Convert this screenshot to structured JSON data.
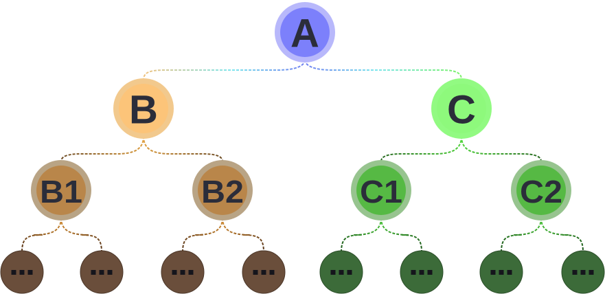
{
  "diagram": {
    "type": "tree",
    "nodes": [
      {
        "id": "A",
        "label": "A",
        "level": 0,
        "parent": null,
        "outer": "#b8b8fb",
        "inner": "#7c80fb",
        "edge": "#6f7ff0"
      },
      {
        "id": "B",
        "label": "B",
        "level": 1,
        "parent": "A",
        "outer": "#f2c98d",
        "inner": "#fcc479",
        "edge": "#f0c27e"
      },
      {
        "id": "C",
        "label": "C",
        "level": 1,
        "parent": "A",
        "outer": "#92fa82",
        "inner": "#8ef97c",
        "edge": "#7df26b"
      },
      {
        "id": "B1",
        "label": "B1",
        "level": 2,
        "parent": "B",
        "outer": "#b9a485",
        "inner": "#b9864a",
        "edge": "#6b4a24"
      },
      {
        "id": "B2",
        "label": "B2",
        "level": 2,
        "parent": "B",
        "outer": "#b9a485",
        "inner": "#b9864a",
        "edge": "#6b4a24"
      },
      {
        "id": "C1",
        "label": "C1",
        "level": 2,
        "parent": "C",
        "outer": "#97c48f",
        "inner": "#56b944",
        "edge": "#2b6a24"
      },
      {
        "id": "C2",
        "label": "C2",
        "level": 2,
        "parent": "C",
        "outer": "#97c48f",
        "inner": "#56b944",
        "edge": "#2b6a24"
      },
      {
        "id": "B1a",
        "label": "...",
        "level": 3,
        "parent": "B1",
        "fill": "#6a4e3b",
        "stroke": "#4a3527",
        "edge": "#5c3a1e"
      },
      {
        "id": "B1b",
        "label": "...",
        "level": 3,
        "parent": "B1",
        "fill": "#6a4e3b",
        "stroke": "#4a3527",
        "edge": "#5c3a1e"
      },
      {
        "id": "B2a",
        "label": "...",
        "level": 3,
        "parent": "B2",
        "fill": "#6a4e3b",
        "stroke": "#4a3527",
        "edge": "#5c3a1e"
      },
      {
        "id": "B2b",
        "label": "...",
        "level": 3,
        "parent": "B2",
        "fill": "#6a4e3b",
        "stroke": "#4a3527",
        "edge": "#5c3a1e"
      },
      {
        "id": "C1a",
        "label": "...",
        "level": 3,
        "parent": "C1",
        "fill": "#3c6b39",
        "stroke": "#2a4d28",
        "edge": "#1f5a1c"
      },
      {
        "id": "C1b",
        "label": "...",
        "level": 3,
        "parent": "C1",
        "fill": "#3c6b39",
        "stroke": "#2a4d28",
        "edge": "#1f5a1c"
      },
      {
        "id": "C2a",
        "label": "...",
        "level": 3,
        "parent": "C2",
        "fill": "#3c6b39",
        "stroke": "#2a4d28",
        "edge": "#1f5a1c"
      },
      {
        "id": "C2b",
        "label": "...",
        "level": 3,
        "parent": "C2",
        "fill": "#3c6b39",
        "stroke": "#2a4d28",
        "edge": "#1f5a1c"
      }
    ],
    "label_color": "#2b2d3a",
    "leaf_dot_color": "#15151c"
  }
}
